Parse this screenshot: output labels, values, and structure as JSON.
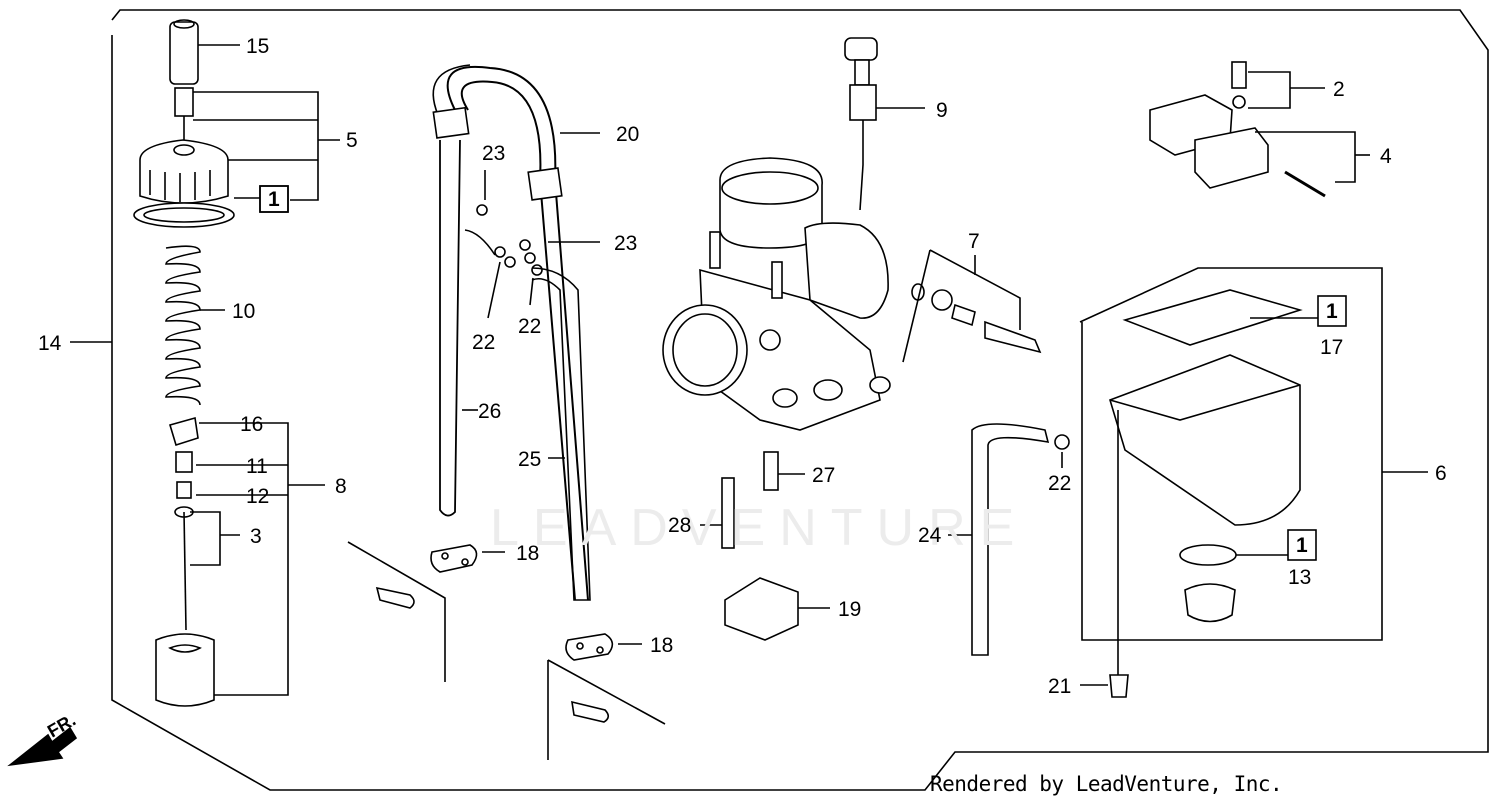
{
  "diagram": {
    "labels": [
      "15",
      "5",
      "1",
      "10",
      "14",
      "16",
      "11",
      "12",
      "3",
      "8",
      "20",
      "23",
      "23",
      "22",
      "22",
      "26",
      "25",
      "18",
      "18",
      "9",
      "7",
      "27",
      "28",
      "19",
      "24",
      "2",
      "4",
      "1",
      "17",
      "6",
      "22",
      "1",
      "13",
      "21"
    ],
    "front_arrow_text": "FR.",
    "watermark": "LEADVENTURE",
    "footer": "Rendered by LeadVenture, Inc."
  },
  "colors": {
    "ink": "#000000",
    "paper": "#ffffff"
  }
}
